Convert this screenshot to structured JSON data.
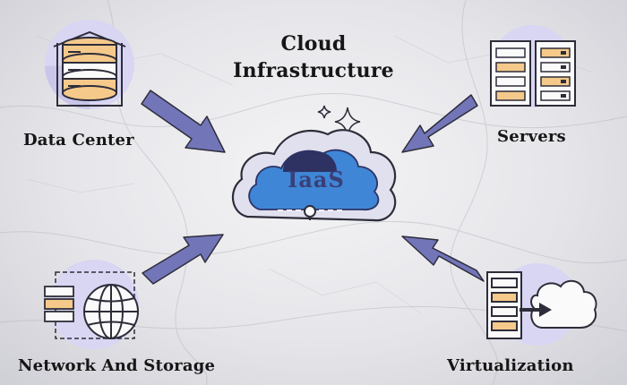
{
  "diagram": {
    "title_line1": "Cloud",
    "title_line2": "Infrastructure",
    "center_label": "IaaS",
    "nodes": [
      {
        "id": "data-center",
        "label": "Data Center",
        "icon": "database-icon"
      },
      {
        "id": "servers",
        "label": "Servers",
        "icon": "server-rack-icon"
      },
      {
        "id": "network-storage",
        "label": "Network And Storage",
        "icon": "network-storage-icon"
      },
      {
        "id": "virtualization",
        "label": "Virtualization",
        "icon": "virtualization-icon"
      }
    ],
    "colors": {
      "accent": "#7275b8",
      "icon_circle": "#d8d6f2",
      "cloud_blue": "#3f86d6",
      "cloud_dark": "#2d3263",
      "amber": "#f5c98a"
    }
  }
}
